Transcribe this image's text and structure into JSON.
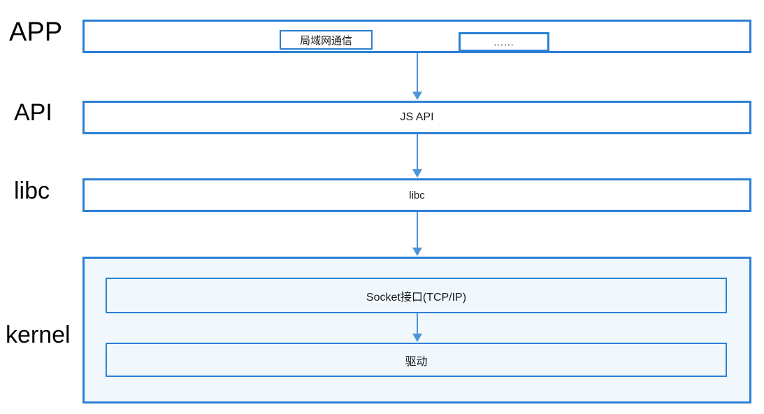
{
  "colors": {
    "border": "#2b7fd4",
    "arrow": "#4f94d8",
    "kernel_fill": "#f0f7fd",
    "text": "#1a1a1a",
    "label": "#000000",
    "background": "#ffffff"
  },
  "diagram": {
    "type": "layered-architecture",
    "layers": [
      {
        "id": "app",
        "label": "APP",
        "children": [
          {
            "id": "lan",
            "text": "局域网通信"
          },
          {
            "id": "more",
            "text": "......"
          }
        ]
      },
      {
        "id": "api",
        "label": "API",
        "text": "JS API"
      },
      {
        "id": "libc",
        "label": "libc",
        "text": "libc"
      },
      {
        "id": "kernel",
        "label": "kernel",
        "children": [
          {
            "id": "socket",
            "text": "Socket接口(TCP/IP)"
          },
          {
            "id": "driver",
            "text": "驱动"
          }
        ]
      }
    ],
    "arrows": [
      {
        "from": "app",
        "to": "api"
      },
      {
        "from": "api",
        "to": "libc"
      },
      {
        "from": "libc",
        "to": "kernel"
      },
      {
        "from": "socket",
        "to": "driver"
      }
    ]
  }
}
